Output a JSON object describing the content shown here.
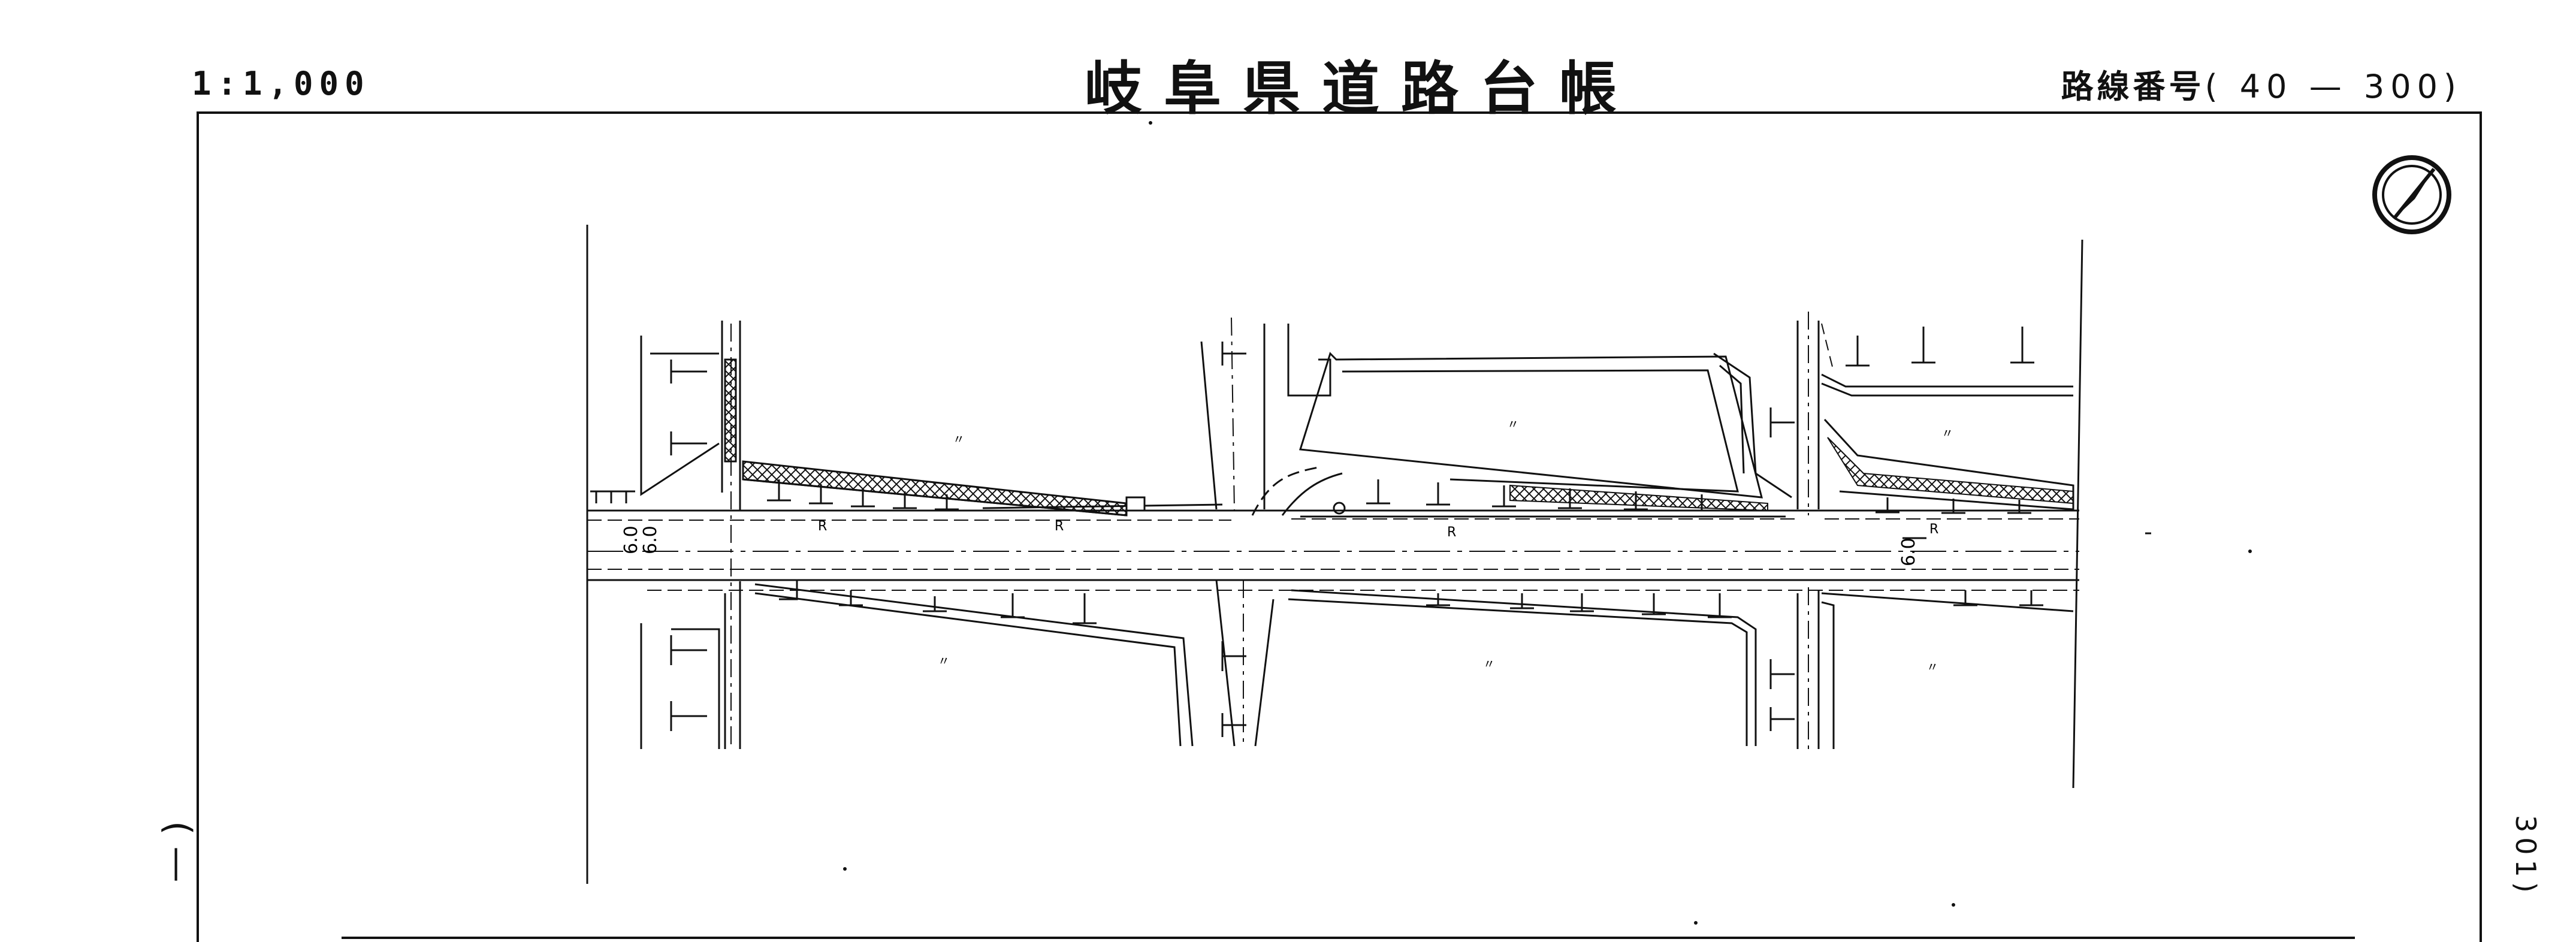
{
  "header": {
    "scale": "1:1,000",
    "title": "岐阜県道路台帳",
    "route_label": "路線番号",
    "route_number": "( 40 — 300)"
  },
  "map": {
    "widths": [
      "6.0",
      "6.0"
    ],
    "road_marks": [
      "R",
      "R",
      "R",
      "R"
    ],
    "parcel_marks": [
      "〃",
      "〃",
      "〃",
      "〃",
      "〃",
      "〃"
    ]
  },
  "margin": {
    "right_label": "301)",
    "left_label": "( —"
  }
}
